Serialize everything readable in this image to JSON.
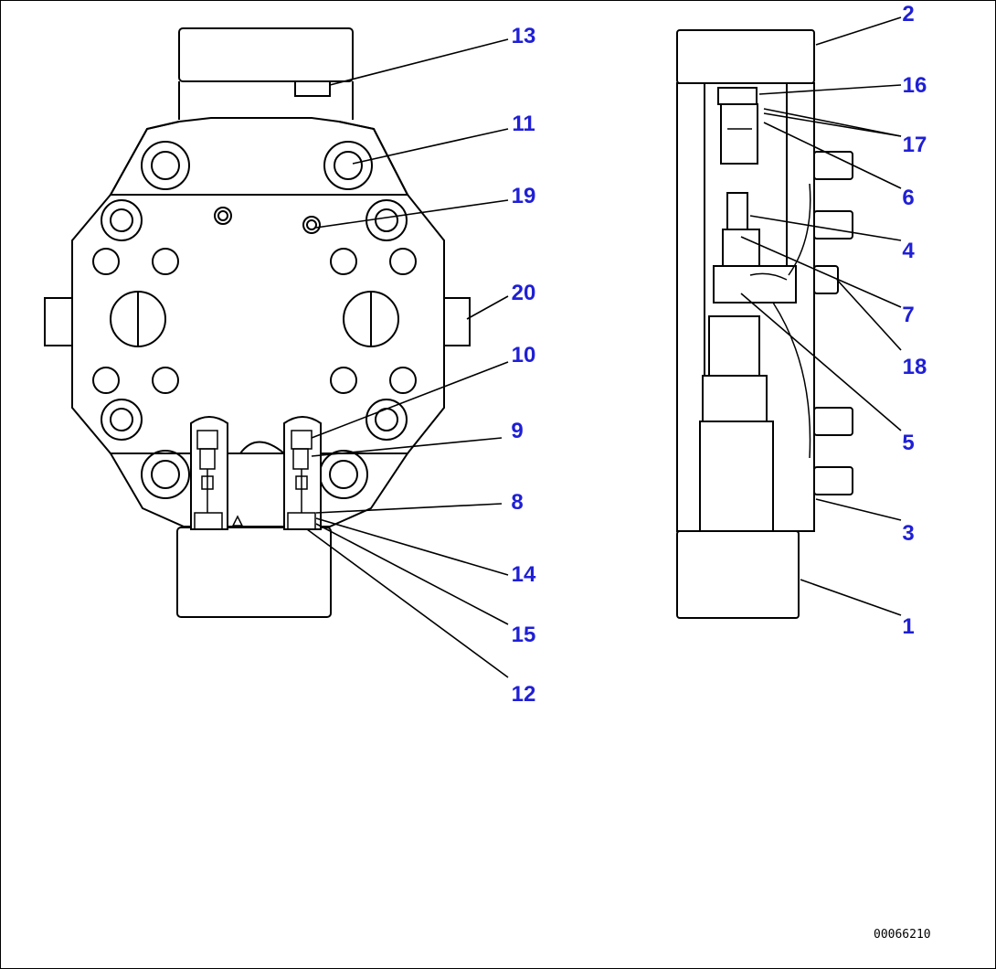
{
  "colors": {
    "callout": "#1f1fd6",
    "line": "#000000",
    "paper": "#ffffff"
  },
  "figure_id": "00066210",
  "callouts": [
    {
      "id": "c13",
      "label": "13"
    },
    {
      "id": "c11",
      "label": "11"
    },
    {
      "id": "c19",
      "label": "19"
    },
    {
      "id": "c20",
      "label": "20"
    },
    {
      "id": "c10",
      "label": "10"
    },
    {
      "id": "c9",
      "label": "9"
    },
    {
      "id": "c8",
      "label": "8"
    },
    {
      "id": "c14",
      "label": "14"
    },
    {
      "id": "c15",
      "label": "15"
    },
    {
      "id": "c12",
      "label": "12"
    },
    {
      "id": "c2",
      "label": "2"
    },
    {
      "id": "c16",
      "label": "16"
    },
    {
      "id": "c17",
      "label": "17"
    },
    {
      "id": "c6",
      "label": "6"
    },
    {
      "id": "c4",
      "label": "4"
    },
    {
      "id": "c7",
      "label": "7"
    },
    {
      "id": "c18",
      "label": "18"
    },
    {
      "id": "c5",
      "label": "5"
    },
    {
      "id": "c3",
      "label": "3"
    },
    {
      "id": "c1",
      "label": "1"
    }
  ]
}
